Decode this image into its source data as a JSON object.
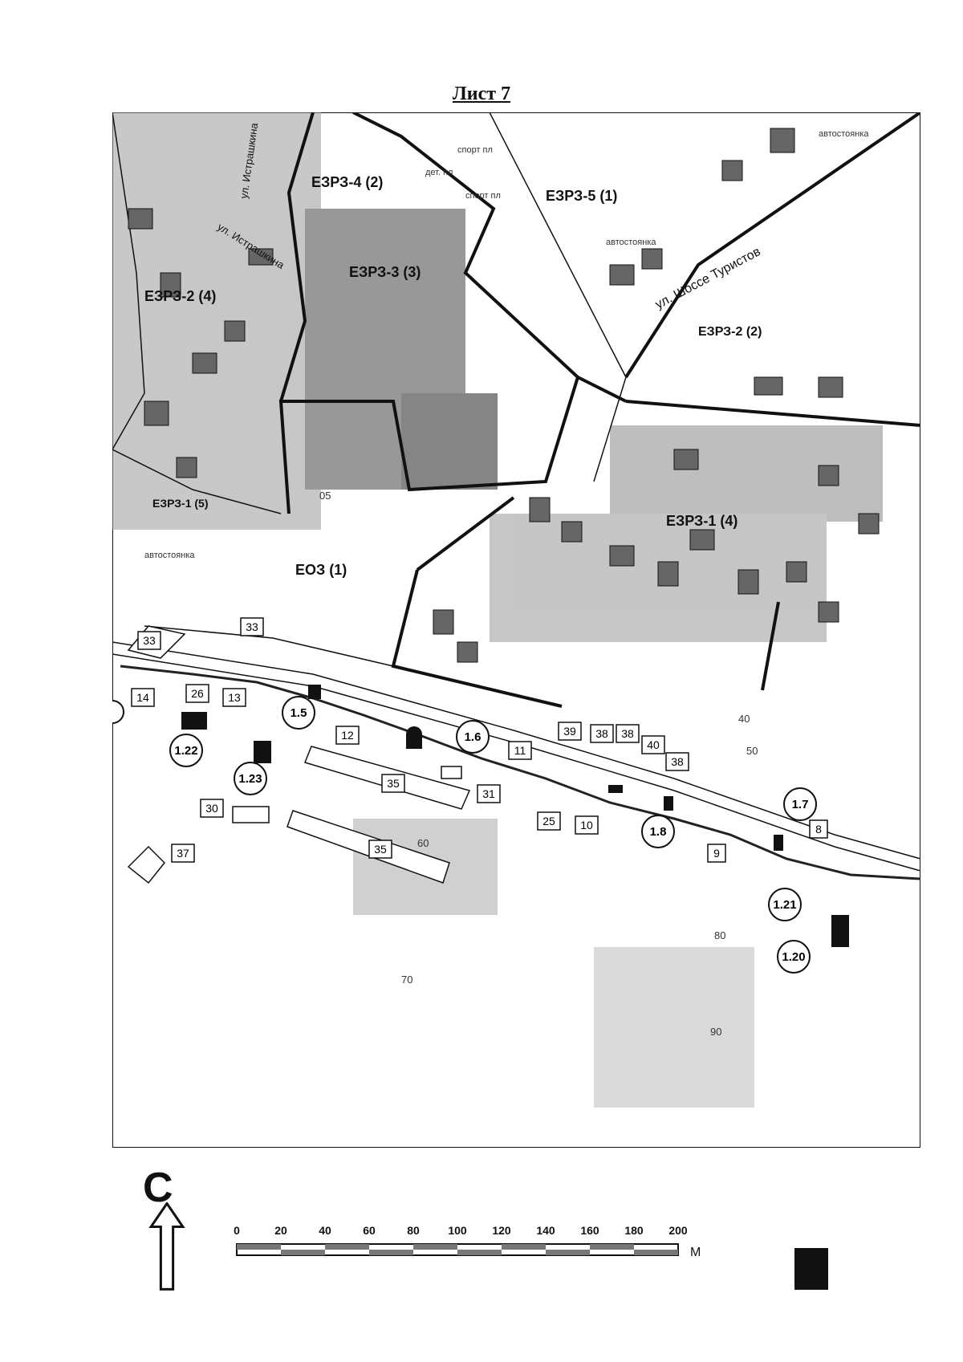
{
  "sheet": {
    "title": "Лист 7"
  },
  "zones": [
    {
      "code": "ЕЗРЗ-1 (4)"
    },
    {
      "code": "ЕЗРЗ-1 (5)"
    },
    {
      "code": "ЕЗРЗ-2 (2)"
    },
    {
      "code": "ЕЗРЗ-2 (4)"
    },
    {
      "code": "ЕЗРЗ-3 (3)"
    },
    {
      "code": "ЕЗРЗ-4 (2)"
    },
    {
      "code": "ЕЗРЗ-5 (1)"
    },
    {
      "code": "ЕОЗ (1)"
    }
  ],
  "streets": [
    {
      "name": "ул. Шоссе Туристов"
    },
    {
      "name": "ул. Истрашкина"
    },
    {
      "name": "ул. Истрашкина"
    }
  ],
  "objects": {
    "circles": [
      "1.5",
      "1.6",
      "1.7",
      "1.8",
      "1.20",
      "1.21",
      "1.22",
      "1.23"
    ],
    "squares": [
      "8",
      "9",
      "10",
      "11",
      "12",
      "13",
      "14",
      "25",
      "26",
      "30",
      "31",
      "33",
      "33",
      "35",
      "35",
      "37",
      "38",
      "38",
      "38",
      "39",
      "40"
    ]
  },
  "small_labels": {
    "avtostoyanka": "автостоянка",
    "sport_pl": "спорт пл",
    "detsk_pl": "дет. пл",
    "contour_40": "40",
    "contour_50": "50",
    "contour_60": "60",
    "contour_70": "70",
    "contour_80": "80",
    "contour_90": "90",
    "fig_05": "05"
  },
  "scale_bar": {
    "ticks": [
      "0",
      "20",
      "40",
      "60",
      "80",
      "100",
      "120",
      "140",
      "160",
      "180",
      "200"
    ],
    "unit": "М"
  },
  "north_arrow": {
    "letter": "С"
  },
  "colors": {
    "ink": "#111111",
    "hatch": "#8a8a8a",
    "paper": "#ffffff"
  }
}
